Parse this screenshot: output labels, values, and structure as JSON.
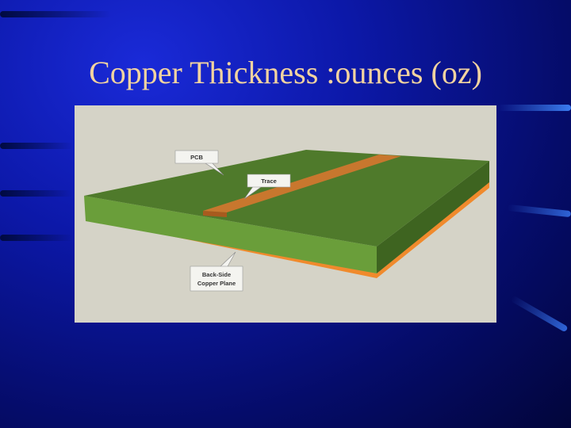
{
  "slide": {
    "title": "Copper Thickness :ounces (oz)"
  },
  "figure": {
    "callouts": {
      "pcb": "PCB",
      "trace": "Trace",
      "back_side_line1": "Back-Side",
      "back_side_line2": "Copper Plane"
    },
    "colors": {
      "board_top": "#4f7a2b",
      "board_front": "#6a9e3a",
      "board_side": "#3e6420",
      "copper": "#f08a2c",
      "trace_top": "#c8772e",
      "background": "#d5d3c7"
    }
  },
  "theme": {
    "background": "#0c18a8",
    "title_color": "#f2d3a0"
  }
}
